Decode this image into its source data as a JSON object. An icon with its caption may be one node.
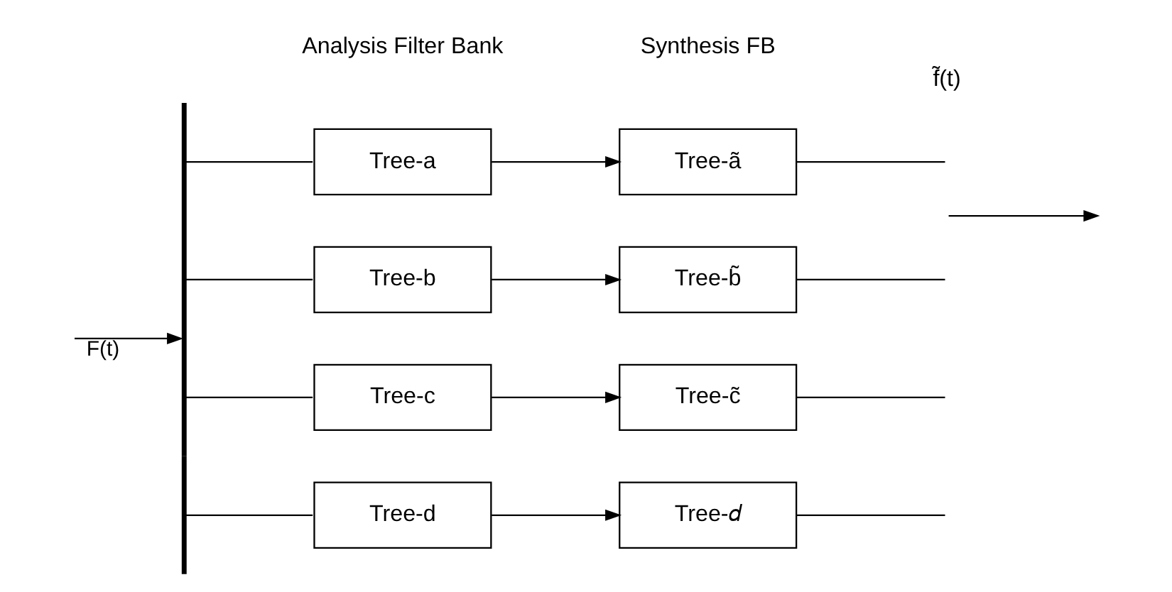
{
  "diagram": {
    "nodes": [
      {
        "text": [],
        "shape": "bar"
      },
      {
        "text": [
          "Tree-a"
        ]
      },
      {
        "text": [
          "Tree-b"
        ]
      },
      {
        "text": [
          "Tree-c"
        ]
      },
      {
        "text": [
          "Tree-d"
        ]
      },
      {
        "text": [
          "Tree-ã"
        ]
      },
      {
        "text": [
          "Tree-b̃"
        ]
      },
      {
        "text": [
          "Tree-c̃"
        ]
      },
      {
        "text": [
          "Tree-𝑑"
        ]
      }
    ],
    "edges": [
      {
        "from": null,
        "to": 0,
        "arrow": "to",
        "label": "F(t)"
      },
      {
        "from": 0,
        "to": 1,
        "arrow": "none"
      },
      {
        "from": 0,
        "to": 2,
        "arrow": "none"
      },
      {
        "from": 0,
        "to": 3,
        "arrow": "none"
      },
      {
        "from": 0,
        "to": 4,
        "arrow": "none"
      },
      {
        "from": 1,
        "to": 5,
        "arrow": "to"
      },
      {
        "from": 2,
        "to": 6,
        "arrow": "to"
      },
      {
        "from": 3,
        "to": 7,
        "arrow": "to"
      },
      {
        "from": 4,
        "to": 8,
        "arrow": "to"
      },
      {
        "from": 5,
        "to": null,
        "arrow": "none"
      },
      {
        "from": 6,
        "to": null,
        "arrow": "none"
      },
      {
        "from": 7,
        "to": null,
        "arrow": "none"
      },
      {
        "from": 8,
        "to": null,
        "arrow": "none"
      }
    ],
    "labels": [
      "Analysis Filter Bank",
      "Synthesis FB",
      "f̃(t)"
    ]
  }
}
